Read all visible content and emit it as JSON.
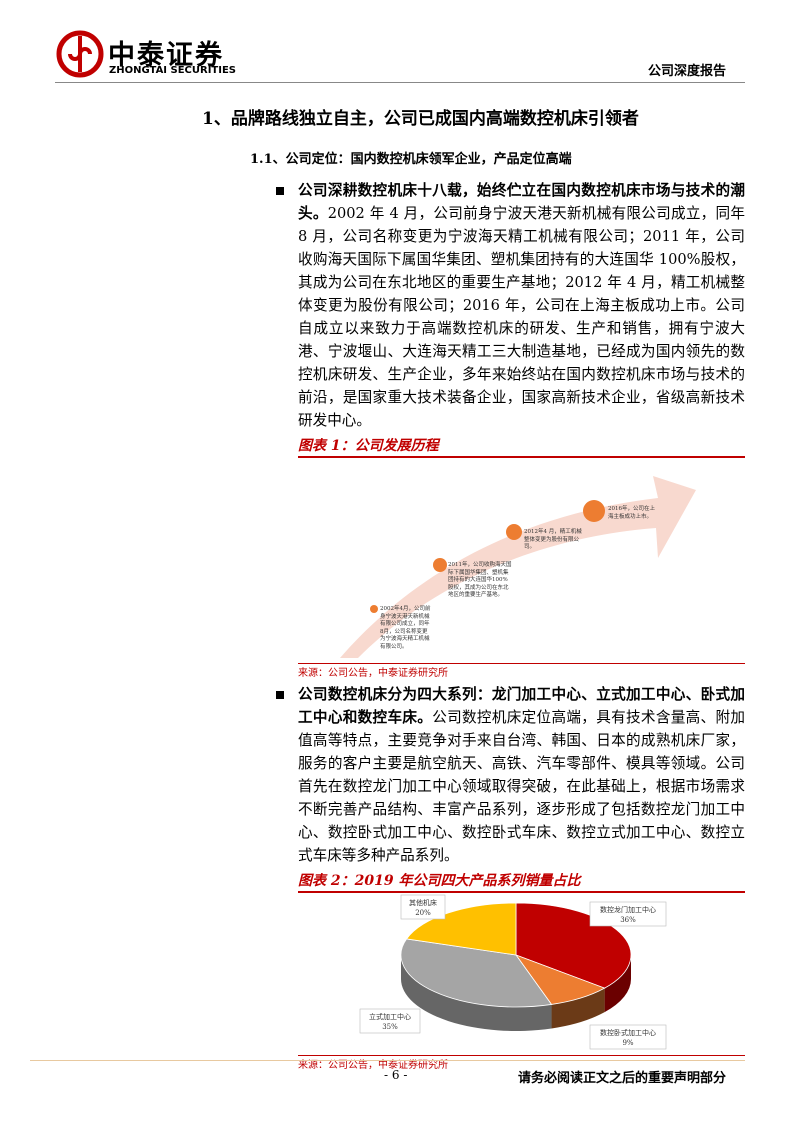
{
  "header": {
    "logo_cn": "中泰证券",
    "logo_en": "ZHONGTAI SECURITIES",
    "report_type": "公司深度报告"
  },
  "section": {
    "h1": "1、品牌路线独立自主，公司已成国内高端数控机床引领者",
    "h2": "1.1、公司定位：国内数控机床领军企业，产品定位高端"
  },
  "para1": {
    "lead": "公司深耕数控机床十八载，始终伫立在国内数控机床市场与技术的潮头。",
    "body": "2002 年 4 月，公司前身宁波天港天新机械有限公司成立，同年 8 月，公司名称变更为宁波海天精工机械有限公司；2011 年，公司收购海天国际下属国华集团、塑机集团持有的大连国华 100%股权，其成为公司在东北地区的重要生产基地；2012 年 4 月，精工机械整体变更为股份有限公司；2016 年，公司在上海主板成功上市。公司自成立以来致力于高端数控机床的研发、生产和销售，拥有宁波大港、宁波堰山、大连海天精工三大制造基地，已经成为国内领先的数控机床研发、生产企业，多年来始终站在国内数控机床市场与技术的前沿，是国家重大技术装备企业，国家高新技术企业，省级高新技术研发中心。"
  },
  "figure1": {
    "title": "图表 1：公司发展历程",
    "source": "来源：公司公告，中泰证券研究所",
    "events": [
      "2002年4月，公司前身宁波天港天新机械有限公司成立，同年8月，公司名称变更为宁波海天精工机械有限公司。",
      "2011年，公司收购海天国际下属国华集团、塑机集团持有的大连国华100%股权，其成为公司在东北地区的重要生产基地。",
      "2012年4 月，精工机械整体变更为股份有限公司。",
      "2016年，公司在上海主板成功上市。"
    ],
    "colors": {
      "arrow": "#f8d9cf",
      "dot": "#ed7d31"
    }
  },
  "para2": {
    "lead": "公司数控机床分为四大系列：龙门加工中心、立式加工中心、卧式加工中心和数控车床。",
    "body": "公司数控机床定位高端，具有技术含量高、附加值高等特点，主要竞争对手来自台湾、韩国、日本的成熟机床厂家，服务的客户主要是航空航天、高铁、汽车零部件、模具等领域。公司首先在数控龙门加工中心领域取得突破，在此基础上，根据市场需求不断完善产品结构、丰富产品系列，逐步形成了包括数控龙门加工中心、数控卧式加工中心、数控卧式车床、数控立式加工中心、数控立式车床等多种产品系列。"
  },
  "figure2": {
    "title": "图表 2：2019 年公司四大产品系列销量占比",
    "source": "来源：公司公告，中泰证券研究所"
  },
  "chart_data": {
    "type": "pie",
    "title": "",
    "slices": [
      {
        "label": "数控龙门加工中心",
        "value": 36,
        "display": "36%",
        "color": "#c00000",
        "side": "#6b0000"
      },
      {
        "label": "数控卧式加工中心",
        "value": 9,
        "display": "9%",
        "color": "#ed7d31",
        "side": "#6b3a17"
      },
      {
        "label": "立式加工中心",
        "value": 35,
        "display": "35%",
        "color": "#a5a5a5",
        "side": "#666666"
      },
      {
        "label": "其他机床",
        "value": 20,
        "display": "20%",
        "color": "#ffc000",
        "side": "#8a6a00"
      }
    ]
  },
  "footer": {
    "page": "- 6 -",
    "disclaimer": "请务必阅读正文之后的重要声明部分"
  }
}
